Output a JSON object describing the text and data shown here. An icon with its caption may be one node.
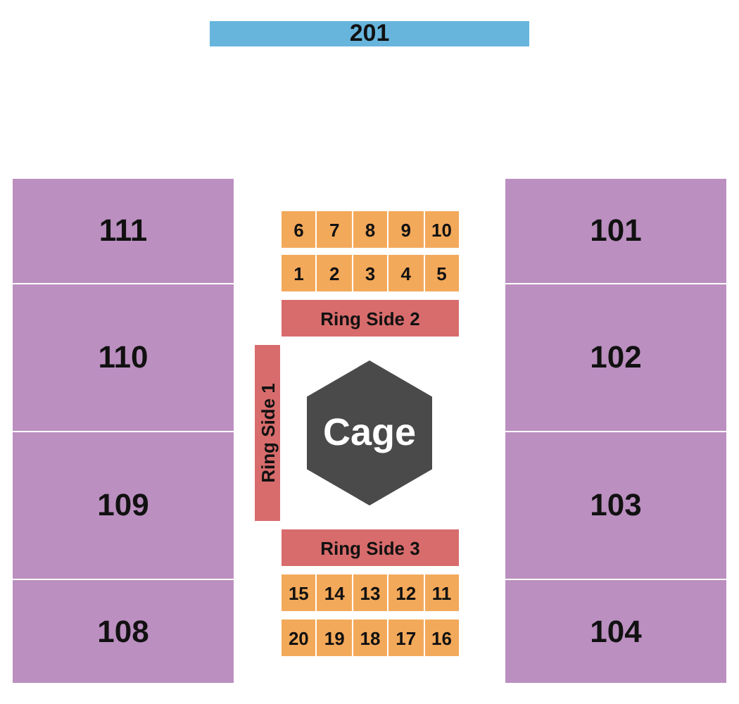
{
  "diagram": {
    "nodes": [
      {
        "text": [
          "201"
        ]
      },
      {
        "text": [
          "111"
        ]
      },
      {
        "text": [
          "110"
        ]
      },
      {
        "text": [
          "109"
        ]
      },
      {
        "text": [
          "108"
        ]
      },
      {
        "text": [
          "101"
        ]
      },
      {
        "text": [
          "102"
        ]
      },
      {
        "text": [
          "103"
        ]
      },
      {
        "text": [
          "104"
        ]
      },
      {
        "text": [
          "6"
        ]
      },
      {
        "text": [
          "7"
        ]
      },
      {
        "text": [
          "8"
        ]
      },
      {
        "text": [
          "9"
        ]
      },
      {
        "text": [
          "10"
        ]
      },
      {
        "text": [
          "1"
        ]
      },
      {
        "text": [
          "2"
        ]
      },
      {
        "text": [
          "3"
        ]
      },
      {
        "text": [
          "4"
        ]
      },
      {
        "text": [
          "5"
        ]
      },
      {
        "text": [
          "Ring Side 2"
        ]
      },
      {
        "text": [
          "Ring Side 1"
        ]
      },
      {
        "text": [
          "Cage"
        ]
      },
      {
        "text": [
          "Ring Side 3"
        ]
      },
      {
        "text": [
          "15"
        ]
      },
      {
        "text": [
          "14"
        ]
      },
      {
        "text": [
          "13"
        ]
      },
      {
        "text": [
          "12"
        ]
      },
      {
        "text": [
          "11"
        ]
      },
      {
        "text": [
          "20"
        ]
      },
      {
        "text": [
          "19"
        ]
      },
      {
        "text": [
          "18"
        ]
      },
      {
        "text": [
          "17"
        ]
      },
      {
        "text": [
          "16"
        ]
      }
    ]
  }
}
